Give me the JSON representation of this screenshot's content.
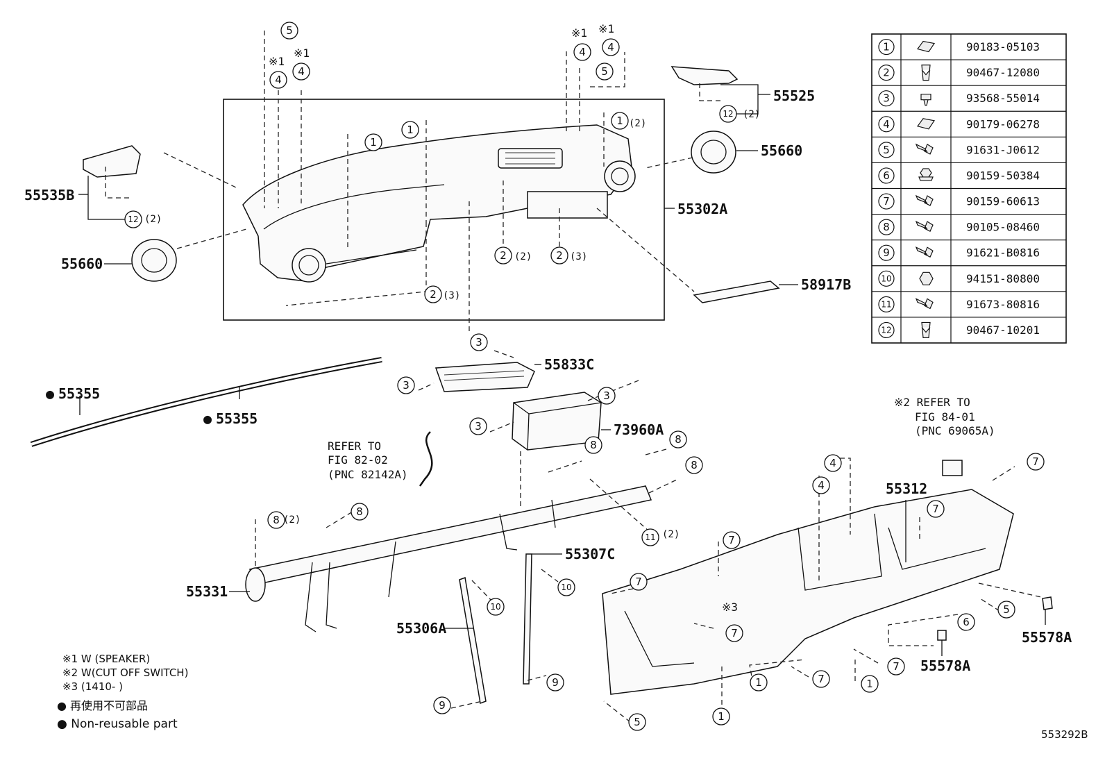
{
  "table": {
    "rows": [
      {
        "no": "1",
        "icon": "u-nut-clip-icon",
        "pn": "90183-05103"
      },
      {
        "no": "2",
        "icon": "clip-icon",
        "pn": "90467-12080"
      },
      {
        "no": "3",
        "icon": "screw-icon",
        "pn": "93568-55014"
      },
      {
        "no": "4",
        "icon": "u-nut-clip-icon",
        "pn": "90179-06278"
      },
      {
        "no": "5",
        "icon": "bolt-icon",
        "pn": "91631-J0612"
      },
      {
        "no": "6",
        "icon": "flange-nut-icon",
        "pn": "90159-50384"
      },
      {
        "no": "7",
        "icon": "bolt-icon",
        "pn": "90159-60613"
      },
      {
        "no": "8",
        "icon": "bolt-icon",
        "pn": "90105-08460"
      },
      {
        "no": "9",
        "icon": "bolt-icon",
        "pn": "91621-B0816"
      },
      {
        "no": "10",
        "icon": "nut-icon",
        "pn": "94151-80800"
      },
      {
        "no": "11",
        "icon": "bolt-icon",
        "pn": "91673-80816"
      },
      {
        "no": "12",
        "icon": "clip-icon",
        "pn": "90467-10201"
      }
    ]
  },
  "parts": {
    "p55525": "55525",
    "p55660_right": "55660",
    "p55660_left": "55660",
    "p55535B": "55535B",
    "p55302A": "55302A",
    "p58917B": "58917B",
    "p55833C": "55833C",
    "p73960A": "73960A",
    "p55355_left": "55355",
    "p55355_right": "55355",
    "p55312": "55312",
    "p55331": "55331",
    "p55307C": "55307C",
    "p55306A": "55306A",
    "p55578A_right": "55578A",
    "p55578A_mid": "55578A"
  },
  "quantities": {
    "q2": "(2)",
    "q3": "(3)"
  },
  "refs": {
    "ref82": [
      "REFER TO",
      "FIG 82-02",
      "(PNC 82142A)"
    ],
    "ref84": [
      "※2 REFER TO",
      "FIG 84-01",
      "(PNC 69065A)"
    ]
  },
  "marks": {
    "m1": "※1",
    "m3": "※3"
  },
  "notes": {
    "n1": "※1 W (SPEAKER)",
    "n2": "※2 W(CUT OFF SWITCH)",
    "n3": "※3 (1410-        )",
    "n4": "● 再使用不可部品",
    "n5": "● Non-reusable part"
  },
  "figure_id": "553292B",
  "bullet": "●"
}
